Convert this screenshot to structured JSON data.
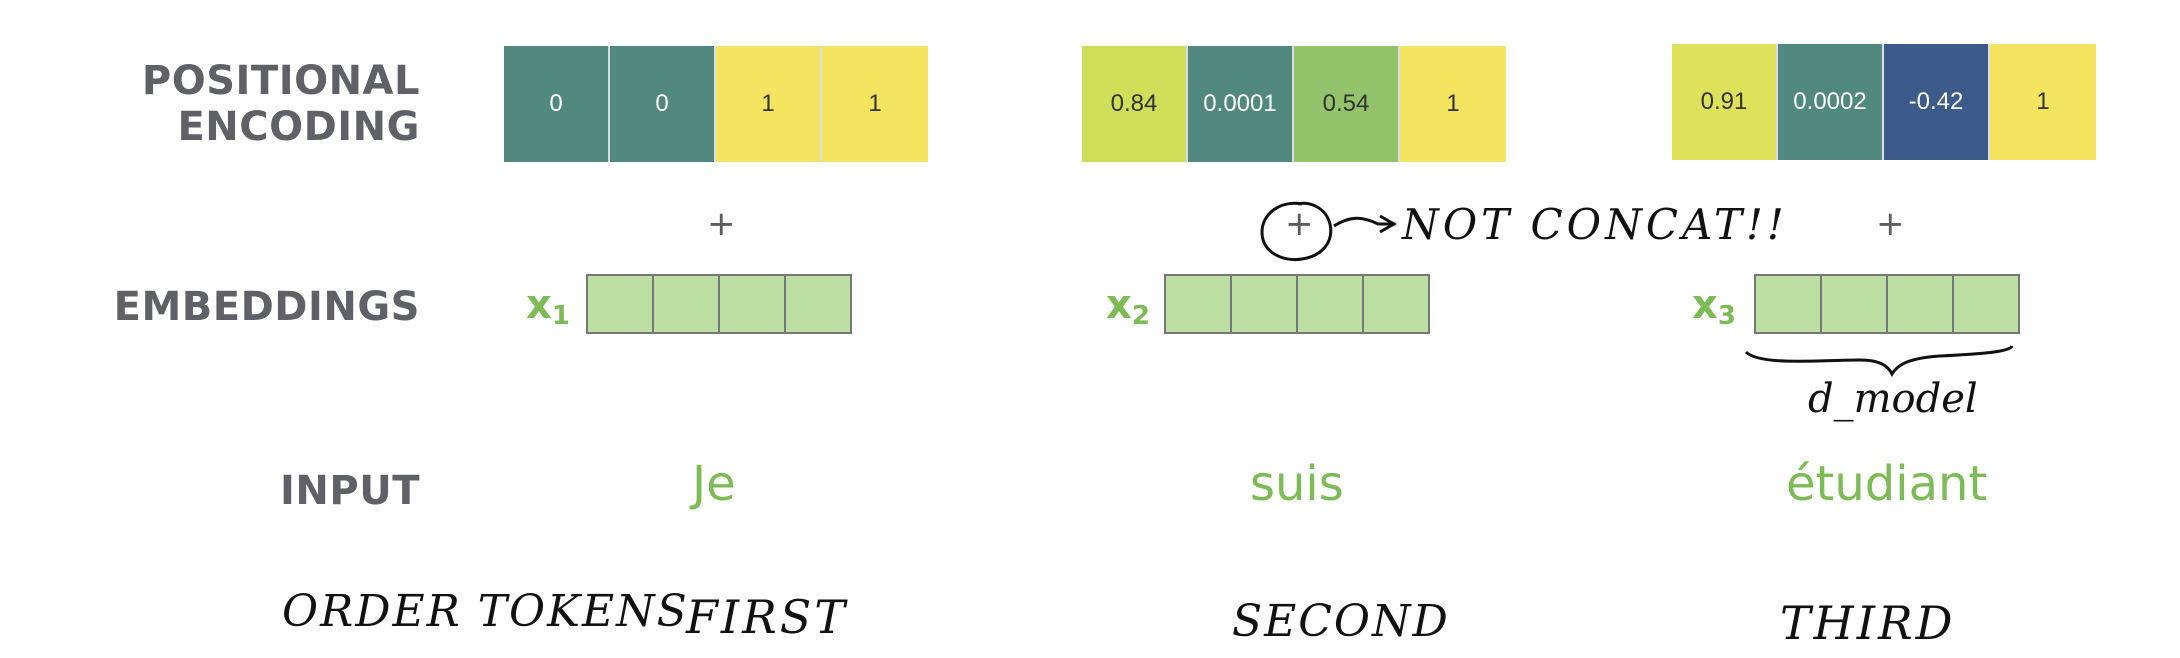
{
  "labels": {
    "pe_line1": "POSITIONAL",
    "pe_line2": "ENCODING",
    "embeddings": "EMBEDDINGS",
    "input": "INPUT",
    "order_tokens": "ORDER TOKENS"
  },
  "plus": "+",
  "positional_encodings": [
    {
      "cells": [
        {
          "value": "0",
          "color": "#52897f",
          "text_color": "#ffffff"
        },
        {
          "value": "0",
          "color": "#52897f",
          "text_color": "#ffffff"
        },
        {
          "value": "1",
          "color": "#f5e45f",
          "text_color": "#333333"
        },
        {
          "value": "1",
          "color": "#f5e45f",
          "text_color": "#333333"
        }
      ]
    },
    {
      "cells": [
        {
          "value": "0.84",
          "color": "#cfdf5a",
          "text_color": "#333333"
        },
        {
          "value": "0.0001",
          "color": "#52897f",
          "text_color": "#ffffff"
        },
        {
          "value": "0.54",
          "color": "#93c36a",
          "text_color": "#333333"
        },
        {
          "value": "1",
          "color": "#f5e45f",
          "text_color": "#333333"
        }
      ]
    },
    {
      "cells": [
        {
          "value": "0.91",
          "color": "#dee25a",
          "text_color": "#333333"
        },
        {
          "value": "0.0002",
          "color": "#52897f",
          "text_color": "#ffffff"
        },
        {
          "value": "-0.42",
          "color": "#3d5b8a",
          "text_color": "#ffffff"
        },
        {
          "value": "1",
          "color": "#f5e45f",
          "text_color": "#333333"
        }
      ]
    }
  ],
  "embeddings": [
    {
      "label": "x",
      "sub": "1"
    },
    {
      "label": "x",
      "sub": "2"
    },
    {
      "label": "x",
      "sub": "3"
    }
  ],
  "inputs": [
    "Je",
    "suis",
    "étudiant"
  ],
  "annotations": {
    "not_concat": "NOT CONCAT!!",
    "d_model": "d_model",
    "orders": [
      "FIRST",
      "SECOND",
      "THIRD"
    ]
  }
}
